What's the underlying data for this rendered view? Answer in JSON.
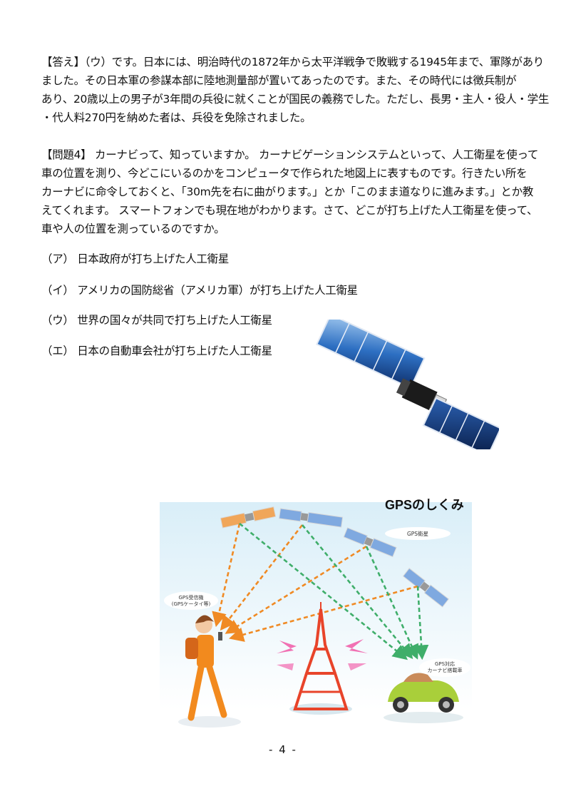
{
  "answer": {
    "lines": [
      "【答え】（ウ）です。日本には、明治時代の1872年から太平洋戦争で敗戦する1945年まで、軍隊があり",
      "ました。その日本軍の参謀本部に陸地測量部が置いてあったのです。また、その時代には徴兵制が",
      "あり、20歳以上の男子が3年間の兵役に就くことが国民の義務でした。ただし、長男・主人・役人・学生",
      "・代人料270円を納めた者は、兵役を免除されました。"
    ]
  },
  "question": {
    "lines": [
      "【問題4】 カーナビって、知っていますか。 カーナビゲーションシステムといって、人工衛星を使って",
      "車の位置を測り、今どこにいるのかをコンピュータで作られた地図上に表すものです。行きたい所を",
      "カーナビに命令しておくと、「30m先を右に曲がります。」とか「このまま道なりに進みます。」とか教",
      "えてくれます。 スマートフォンでも現在地がわかります。さて、どこが打ち上げた人工衛星を使って、",
      "車や人の位置を測っているのですか。"
    ]
  },
  "choices": [
    "（ア） 日本政府が打ち上げた人工衛星",
    "（イ） アメリカの国防総省（アメリカ軍）が打ち上げた人工衛星",
    "（ウ） 世界の国々が共同で打ち上げた人工衛星",
    "（エ） 日本の自動車会社が打ち上げた人工衛星"
  ],
  "figure": {
    "title": "GPSのしくみ",
    "satellite_label": "GPS衛星",
    "receiver_label_1": "GPS受信機",
    "receiver_label_2": "(GPSケータイ等)",
    "car_label_1": "GPS対応",
    "car_label_2": "カーナビ搭載車",
    "colors": {
      "orange_signal": "#f08a24",
      "green_signal": "#3fae6a",
      "sky": "#e8f4fb",
      "tower": "#e8442a"
    }
  },
  "page_number": "- 4 -"
}
